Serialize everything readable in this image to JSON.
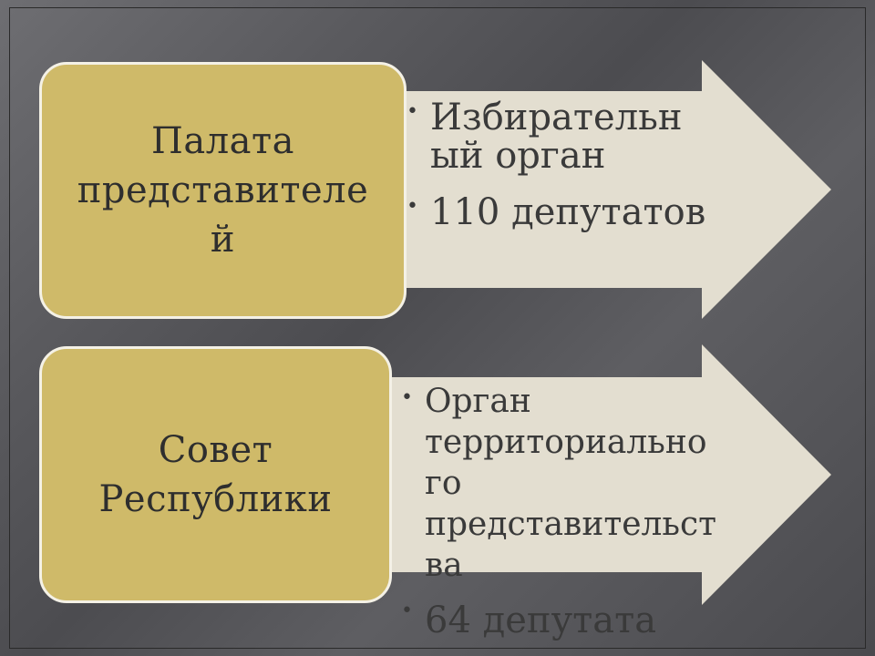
{
  "colors": {
    "box_fill": "#cfba69",
    "box_border": "#f4f1e6",
    "arrow_fill": "#e3ded0",
    "text": "#333333"
  },
  "blocks": [
    {
      "box_text": "Палата представителей",
      "bullets": [
        "Избирательный орган",
        "110 депутатов"
      ]
    },
    {
      "box_text": "Совет Республики",
      "bullets": [
        "Орган территориального представительства",
        "64 депутата"
      ]
    }
  ]
}
